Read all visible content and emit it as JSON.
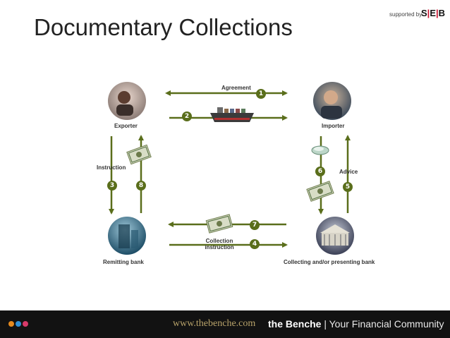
{
  "slide": {
    "title": "Documentary Collections",
    "supported_by": "supported by",
    "sponsor": {
      "left": "S",
      "mid": "E",
      "right": "B"
    }
  },
  "parties": {
    "exporter": "Exporter",
    "importer": "Importer",
    "remitting_bank": "Remitting bank",
    "collecting_bank": "Collecting and/or presenting bank"
  },
  "flows": {
    "agreement": "Agreement",
    "instruction": "Instruction",
    "advice": "Advice",
    "collection_line1": "Collection",
    "collection_line2": "instruction"
  },
  "steps": {
    "s1": "1",
    "s2": "2",
    "s3": "3",
    "s4": "4",
    "s5": "5",
    "s6": "6",
    "s7": "7",
    "s8": "8"
  },
  "footer": {
    "url": "www.thebenche.com",
    "brand": "the Benche",
    "tagline": "| Your Financial Community",
    "dot_colors": [
      "#e58a1f",
      "#2f8fd6",
      "#d63a6a"
    ]
  },
  "colors": {
    "arrow": "#5a6e1b",
    "footer_bg": "#121212"
  }
}
